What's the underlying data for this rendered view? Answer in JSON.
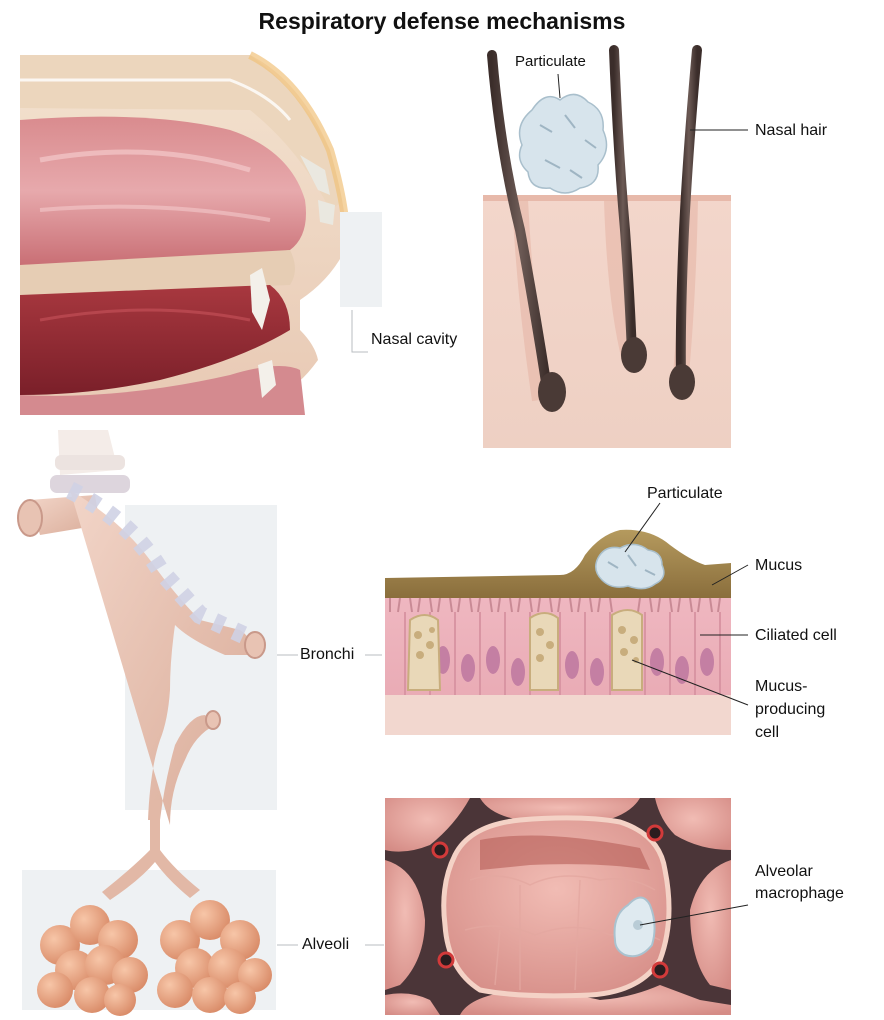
{
  "title": "Respiratory defense mechanisms",
  "labels": {
    "particulate_top": "Particulate",
    "nasal_hair": "Nasal hair",
    "nasal_cavity": "Nasal cavity",
    "particulate_mid": "Particulate",
    "mucus": "Mucus",
    "ciliated_cell": "Ciliated cell",
    "mucus_producing_1": "Mucus-",
    "mucus_producing_2": "producing",
    "mucus_producing_3": "cell",
    "bronchi": "Bronchi",
    "alveolar_1": "Alveolar",
    "alveolar_2": "macrophage",
    "alveoli": "Alveoli"
  },
  "colors": {
    "tissue_pink": "#e9a9a9",
    "skin_beige": "#f2d3c8",
    "hair_dark": "#4a3a36",
    "mucus_brown": "#9c8048",
    "airway_tan": "#e4bfae",
    "alveoli_orange": "#e2a07e",
    "panel_gray": "#eef1f3"
  }
}
